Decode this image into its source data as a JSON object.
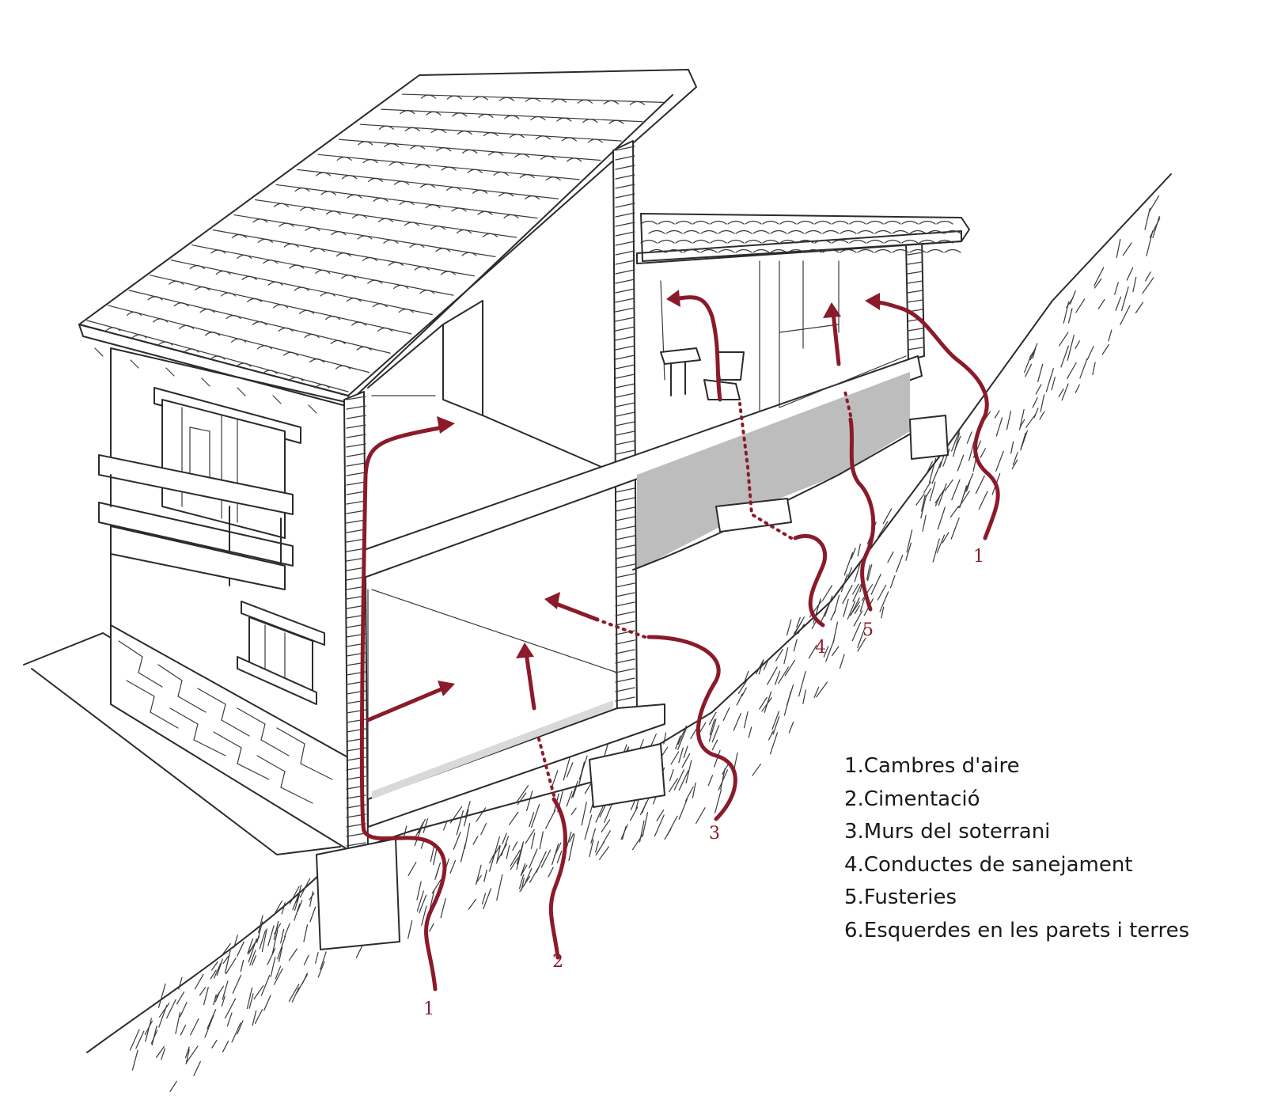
{
  "colors": {
    "ink": "#2b2b2b",
    "radon_path": "#8b1a2b",
    "background": "#ffffff"
  },
  "markers": [
    "1",
    "2",
    "3",
    "4",
    "5",
    "1"
  ],
  "legend": [
    "1.Cambres d'aire",
    "2.Cimentació",
    "3.Murs del soterrani",
    "4.Conductes de sanejament",
    "5.Fusteries",
    "6.Esquerdes en les parets i terres"
  ]
}
